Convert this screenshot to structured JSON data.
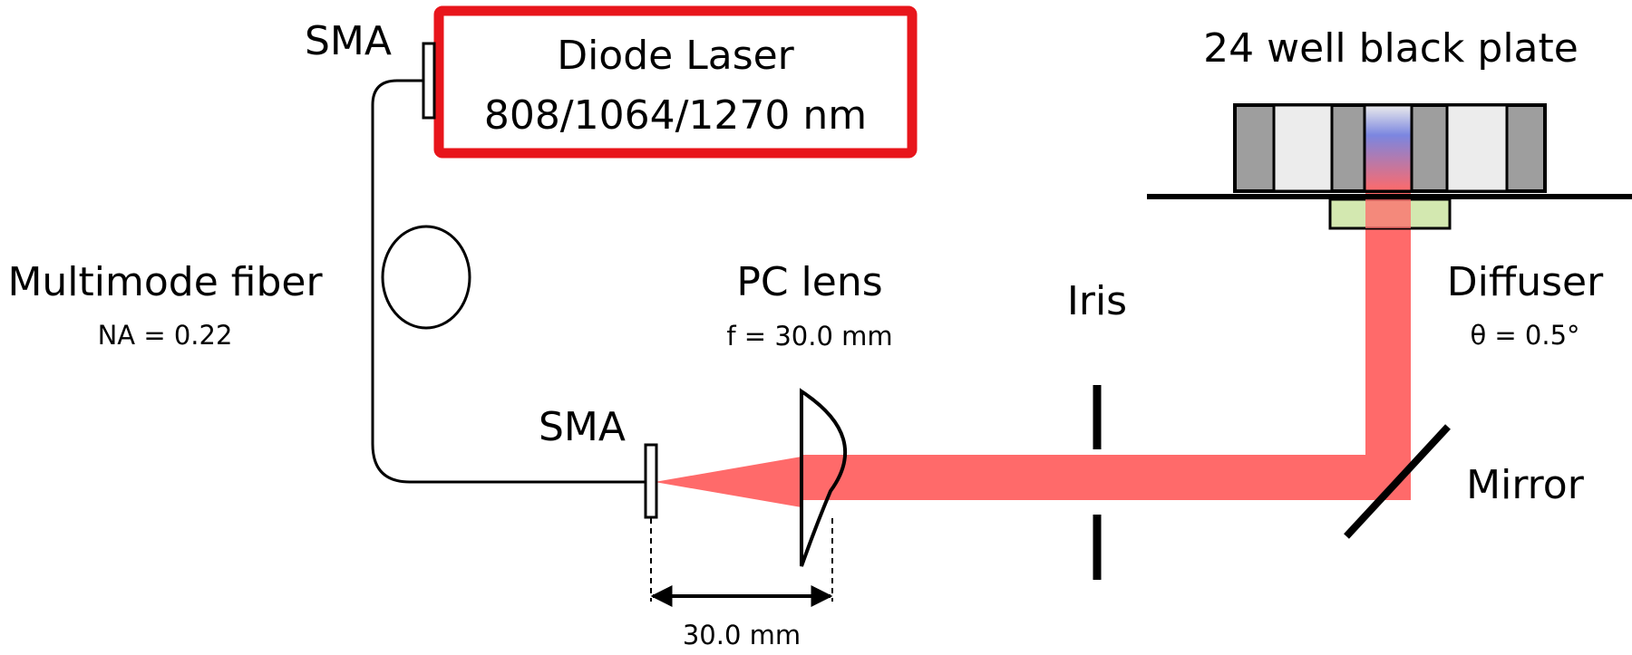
{
  "laser": {
    "title": "Diode Laser",
    "wavelengths": "808/1064/1270 nm"
  },
  "sma_top": {
    "label": "SMA"
  },
  "sma_bottom": {
    "label": "SMA"
  },
  "fiber": {
    "label": "Multimode fiber",
    "param": "NA = 0.22"
  },
  "lens": {
    "label": "PC lens",
    "param": "f = 30.0 mm"
  },
  "distance": {
    "label": "30.0 mm"
  },
  "iris": {
    "label": "Iris"
  },
  "plate": {
    "label": "24 well black plate"
  },
  "diffuser": {
    "label": "Diffuser",
    "param": "θ = 0.5°"
  },
  "mirror": {
    "label": "Mirror"
  },
  "colors": {
    "laser_box": "#e8151b",
    "beam": "#ff6a6a",
    "well_wall": "#9e9e9e",
    "well_interior": "#ececec",
    "diffuser_fill": "#d3e8b0",
    "sample_top": "#7b86e0"
  }
}
